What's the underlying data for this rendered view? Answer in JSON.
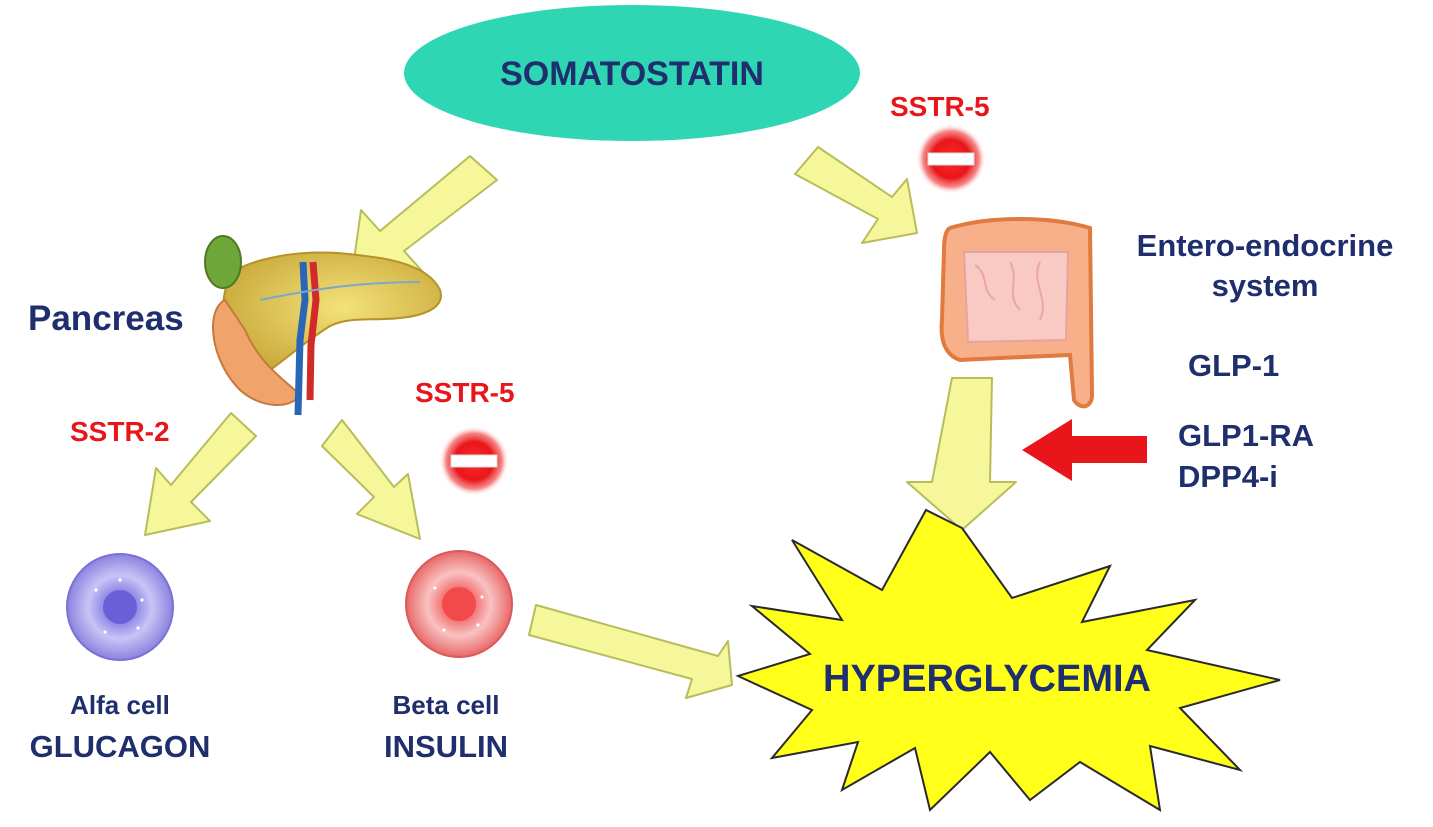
{
  "nodes": {
    "somatostatin": "SOMATOSTATIN",
    "pancreas": "Pancreas",
    "entero_line1": "Entero-endocrine",
    "entero_line2": "system",
    "glp1": "GLP-1",
    "glp1ra": "GLP1-RA",
    "dpp4i": "DPP4-i",
    "alfa_cell": "Alfa cell",
    "glucagon": "GLUCAGON",
    "beta_cell": "Beta cell",
    "insulin": "INSULIN",
    "hyperglycemia": "HYPERGLYCEMIA"
  },
  "receptors": {
    "sstr5_gut": "SSTR-5",
    "sstr5_beta": "SSTR-5",
    "sstr2": "SSTR-2"
  },
  "colors": {
    "somatostatin_fill": "#2fd6b4",
    "arrow_fill": "#f5f79a",
    "arrow_stroke": "#b8bd5a",
    "inhibit_red": "#e8161b",
    "drug_arrow": "#e8161b",
    "burst_fill": "#ffff1a",
    "label_navy": "#1f2f6e",
    "receptor_red": "#e8161b",
    "alfa_cell": "#8f86e6",
    "beta_cell": "#f27272"
  },
  "icons": {
    "pancreas": "pancreas-illustration",
    "intestine": "intestine-illustration",
    "inhibition": "no-entry-icon"
  }
}
